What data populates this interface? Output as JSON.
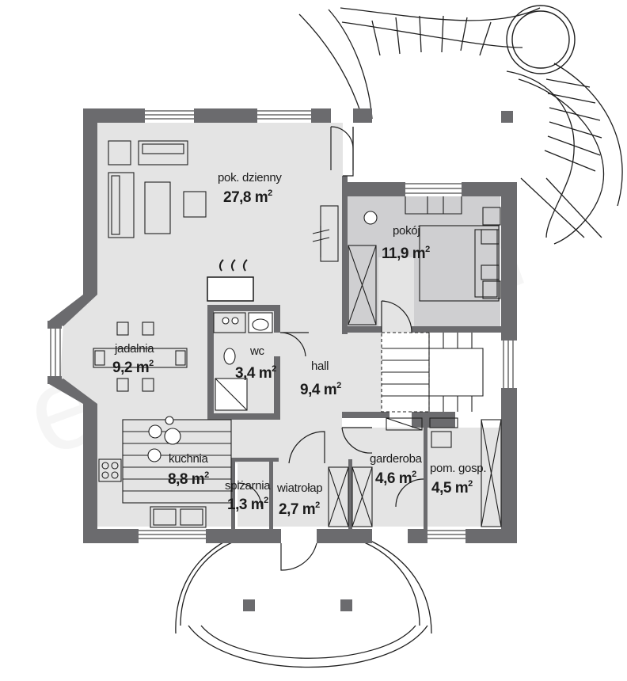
{
  "watermark": "extradom",
  "area_unit": "m",
  "area_unit_exp": "2",
  "rooms": {
    "pok_dzienny": {
      "name": "pok. dzienny",
      "area": "27,8"
    },
    "pokoj": {
      "name": "pokój",
      "area": "11,9"
    },
    "jadalnia": {
      "name": "jadalnia",
      "area": "9,2"
    },
    "wc": {
      "name": "wc",
      "area": "3,4"
    },
    "hall": {
      "name": "hall",
      "area": "9,4"
    },
    "kuchnia": {
      "name": "kuchnia",
      "area": "8,8"
    },
    "spizarnia": {
      "name": "spiżarnia",
      "area": "1,3"
    },
    "wiatrolap": {
      "name": "wiatrołap",
      "area": "2,7"
    },
    "garderoba": {
      "name": "garderoba",
      "area": "4,6"
    },
    "pom_gosp": {
      "name": "pom. gosp.",
      "area": "4,5"
    }
  },
  "colors": {
    "wall": "#6b6b6e",
    "floor": "#e4e4e4",
    "wc_floor": "#b9b9bc",
    "room_floor": "#cfcfd1",
    "line": "#1f1f1f",
    "terrace": "#ffffff"
  }
}
